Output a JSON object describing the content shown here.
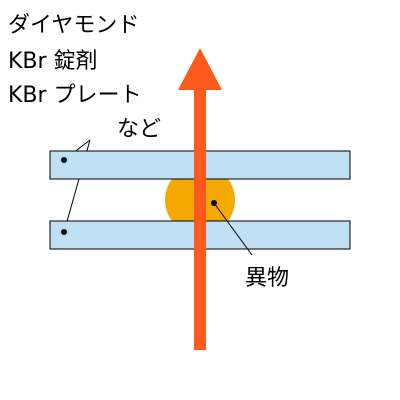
{
  "labels": {
    "line1": "ダイヤモンド",
    "line2": "KBr 錠剤",
    "line3": "KBr プレート",
    "line4": "など",
    "foreign": "異物"
  },
  "colors": {
    "plate_fill": "#bfe0f5",
    "particle": "#f5a800",
    "arrow": "#ff5a1e"
  },
  "icons": {
    "beam": "arrow-up-icon"
  }
}
